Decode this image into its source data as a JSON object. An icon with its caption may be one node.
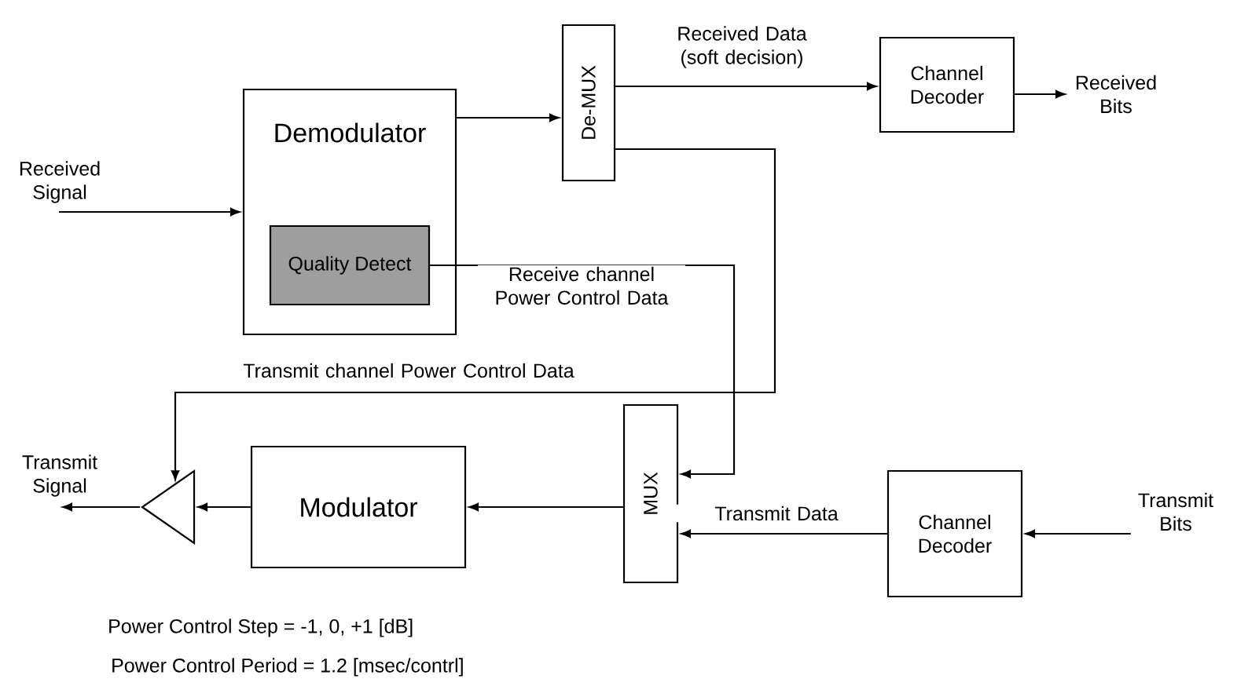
{
  "diagram": {
    "nodes": [
      {
        "text": [
          "Received Signal"
        ]
      },
      {
        "text": [
          "Demodulator"
        ]
      },
      {
        "text": [
          "Quality Detect"
        ],
        "in": 1
      },
      {
        "text": [
          "De-MUX"
        ]
      },
      {
        "text": [
          "Channel Decoder"
        ]
      },
      {
        "text": [
          "Received Bits"
        ]
      },
      {
        "text": [
          "Transmit Signal"
        ]
      },
      {
        "text": [],
        "shape": "triangle"
      },
      {
        "text": [
          "Modulator"
        ]
      },
      {
        "text": [
          "MUX"
        ]
      },
      {
        "text": [
          "Channel Decoder"
        ]
      },
      {
        "text": [
          "Transmit Bits"
        ]
      }
    ],
    "edges": [
      {
        "from": 0,
        "to": 1,
        "arrow": "to"
      },
      {
        "from": 1,
        "to": 3,
        "arrow": "to"
      },
      {
        "from": 3,
        "to": 4,
        "arrow": "to",
        "label": "Received Data (soft decision)"
      },
      {
        "from": 4,
        "to": 5,
        "arrow": "to"
      },
      {
        "from": 3,
        "to": 7,
        "arrow": "to",
        "label": "Transmit channel Power Control Data"
      },
      {
        "from": 2,
        "to": 9,
        "arrow": "to",
        "label": "Receive channel Power Control Data"
      },
      {
        "from": 9,
        "to": 8,
        "arrow": "to"
      },
      {
        "from": 8,
        "to": 7,
        "arrow": "to"
      },
      {
        "from": 7,
        "to": 6,
        "arrow": "to"
      },
      {
        "from": 10,
        "to": 9,
        "arrow": "to",
        "label": "Transmit Data"
      },
      {
        "from": 11,
        "to": 10,
        "arrow": "to"
      }
    ],
    "labels": [
      "Power Control Step = -1, 0, +1 [dB]",
      "Power Control Period = 1.2 [msec/contrl]"
    ]
  }
}
